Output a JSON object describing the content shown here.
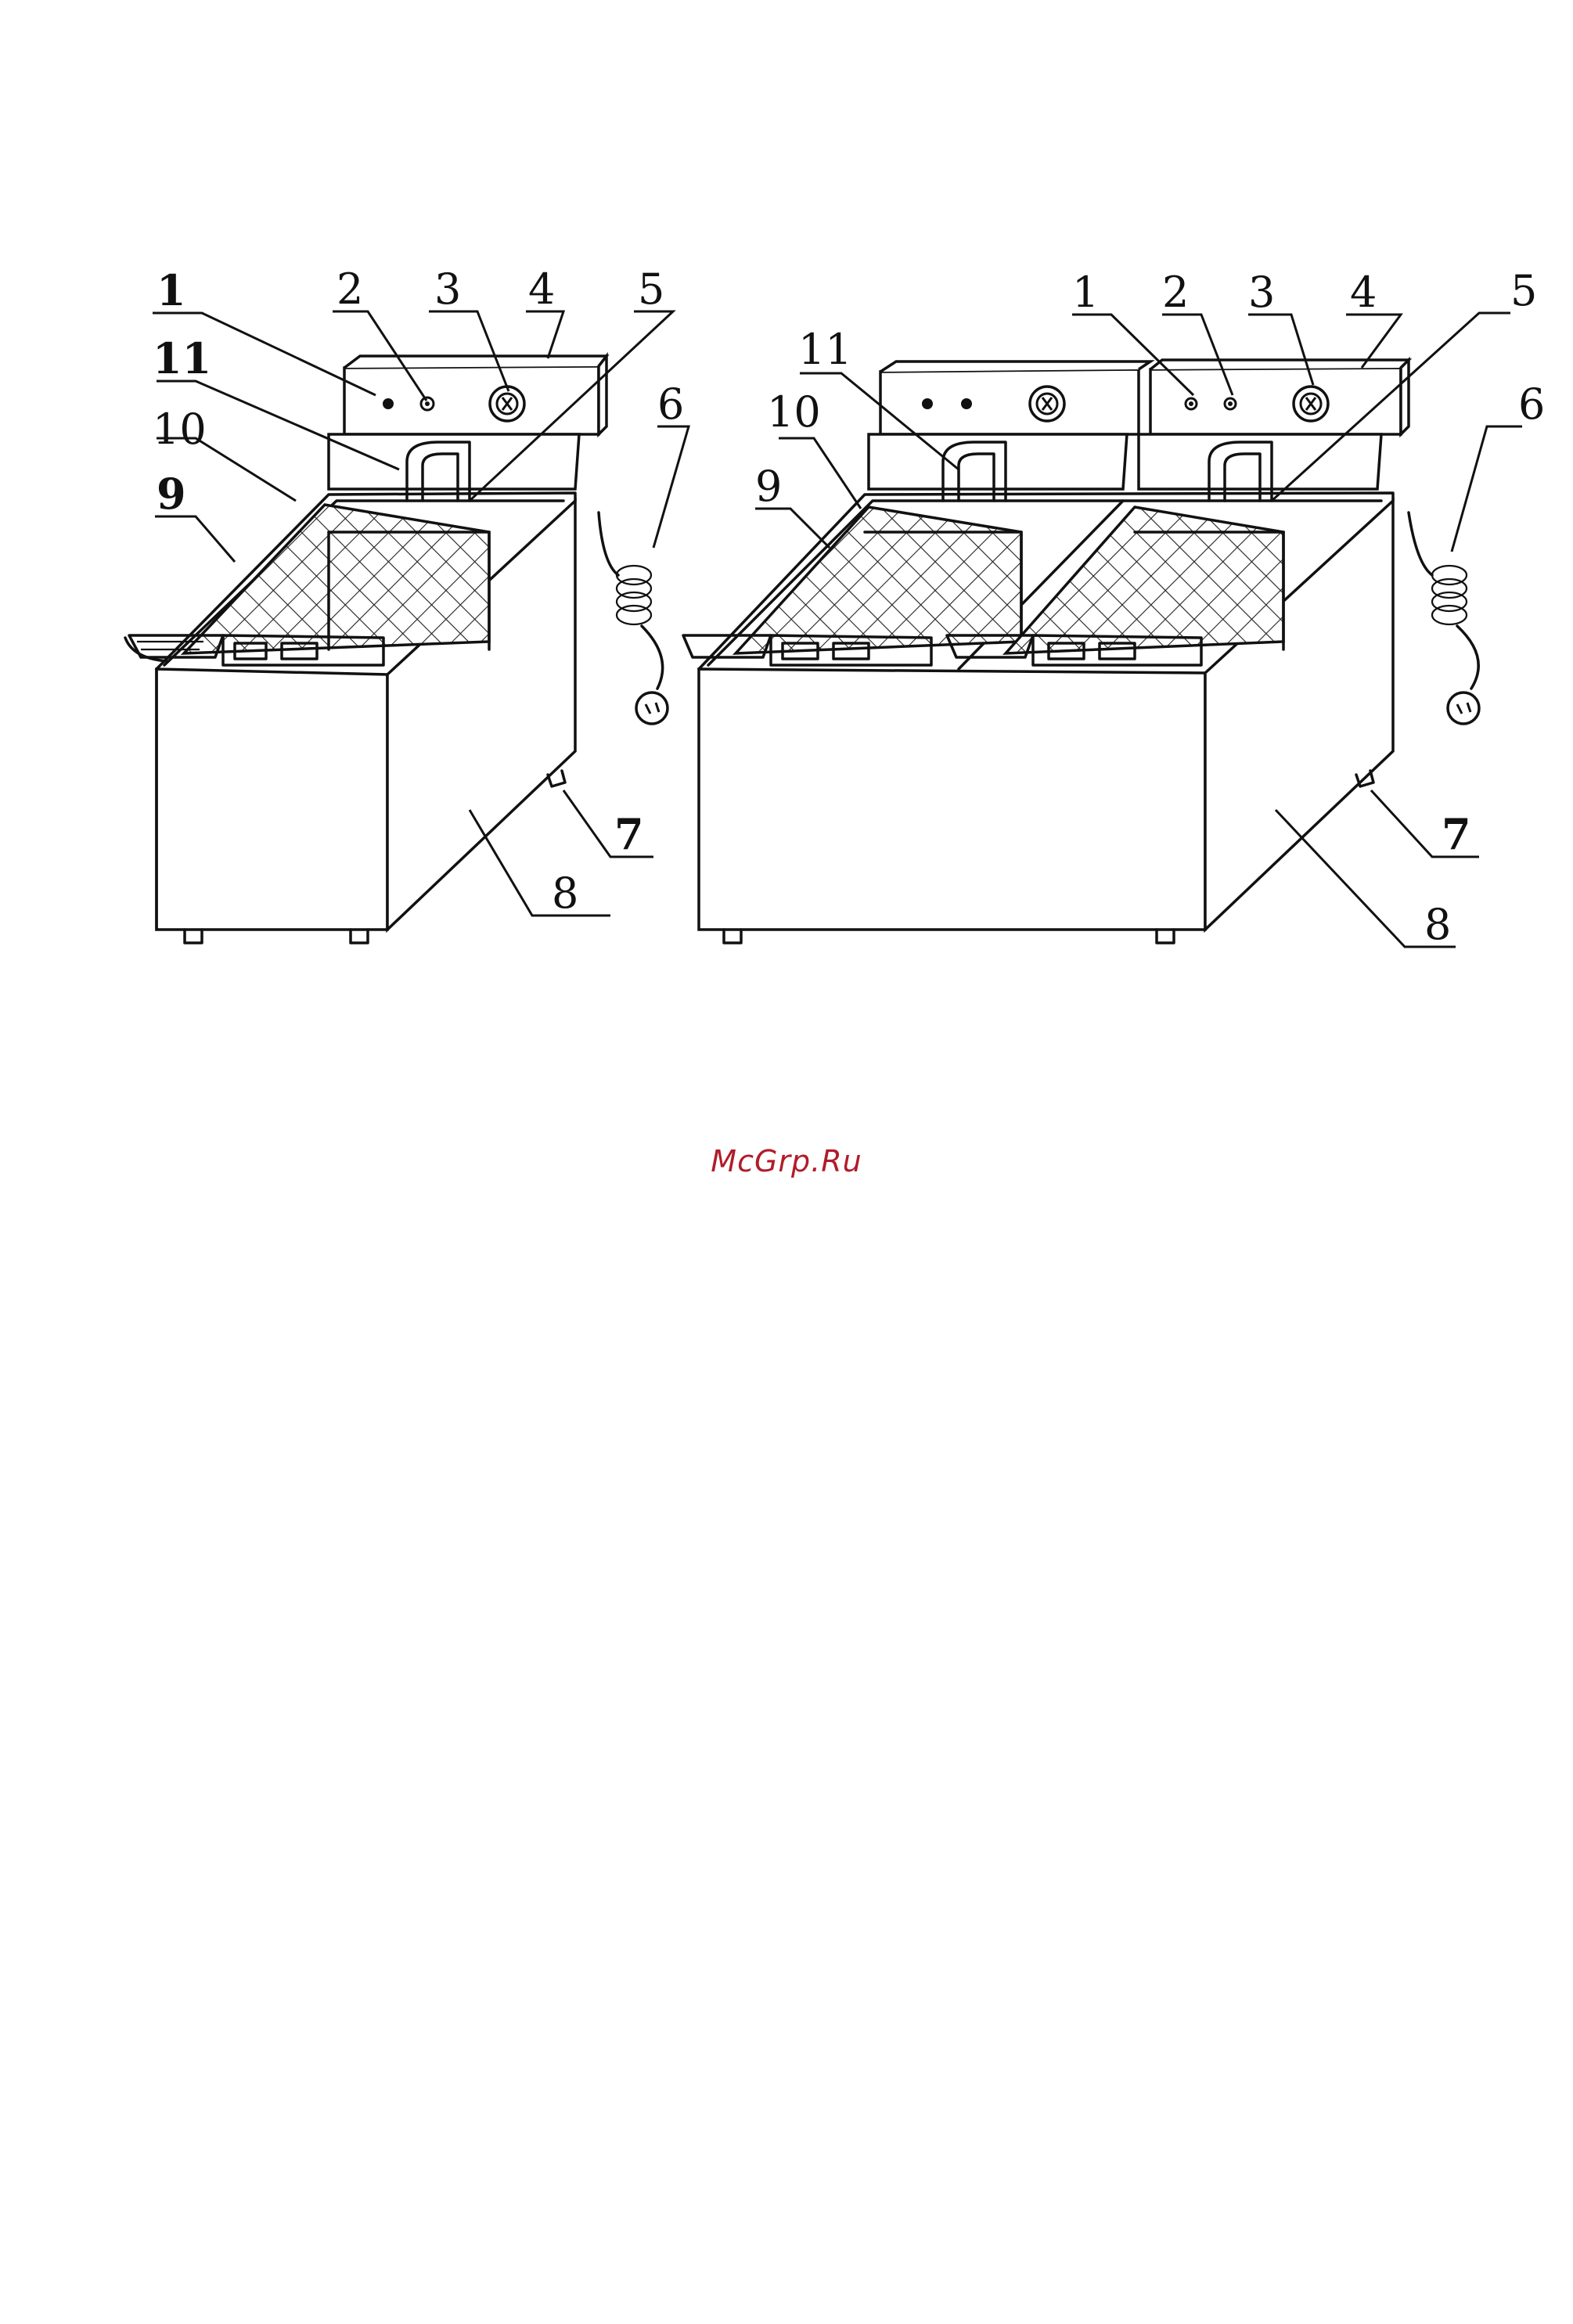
{
  "figure": {
    "left_unit": {
      "callouts": [
        "1",
        "2",
        "3",
        "4",
        "5",
        "6",
        "7",
        "8",
        "9",
        "10",
        "11"
      ]
    },
    "right_unit": {
      "callouts": [
        "1",
        "2",
        "3",
        "4",
        "5",
        "6",
        "7",
        "8",
        "9",
        "10",
        "11"
      ]
    }
  },
  "watermark": "McGrp.Ru",
  "colors": {
    "line": "#111111",
    "watermark": "#b11c2a",
    "background": "#ffffff"
  }
}
